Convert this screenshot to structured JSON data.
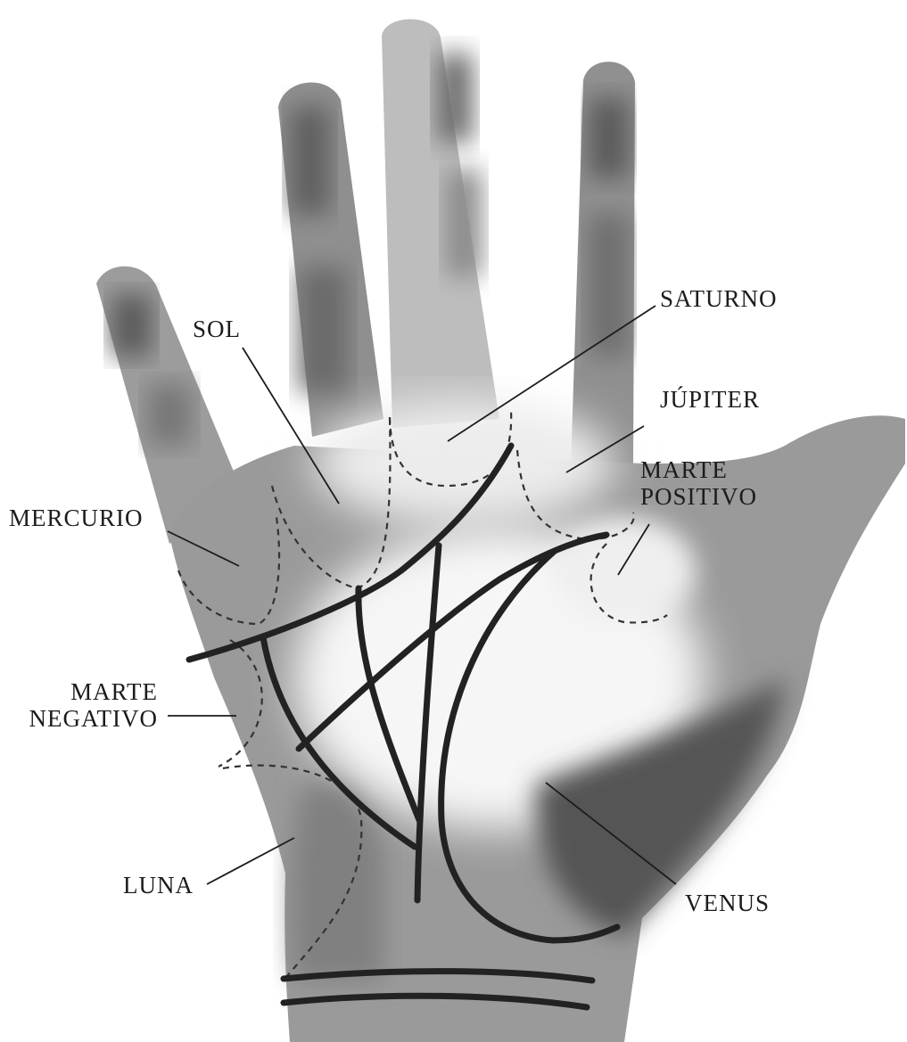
{
  "figure": {
    "subject": "palm-of-hand-illustration",
    "regions": {
      "saturno": "SATURNO",
      "sol": "SOL",
      "jupiter": "JÚPITER",
      "marte_positivo": [
        "MARTE",
        "POSITIVO"
      ],
      "mercurio": "MERCURIO",
      "marte_negativo": [
        "MARTE",
        "NEGATIVO"
      ],
      "luna": "LUNA",
      "venus": "VENUS"
    }
  },
  "colors": {
    "ink": "#1c1c1c",
    "skin_light": "#f2f2f2",
    "skin_mid": "#a8a8a8",
    "skin_dark": "#5a5a5a",
    "palm_line": "#222222",
    "boundary": "#333333"
  }
}
